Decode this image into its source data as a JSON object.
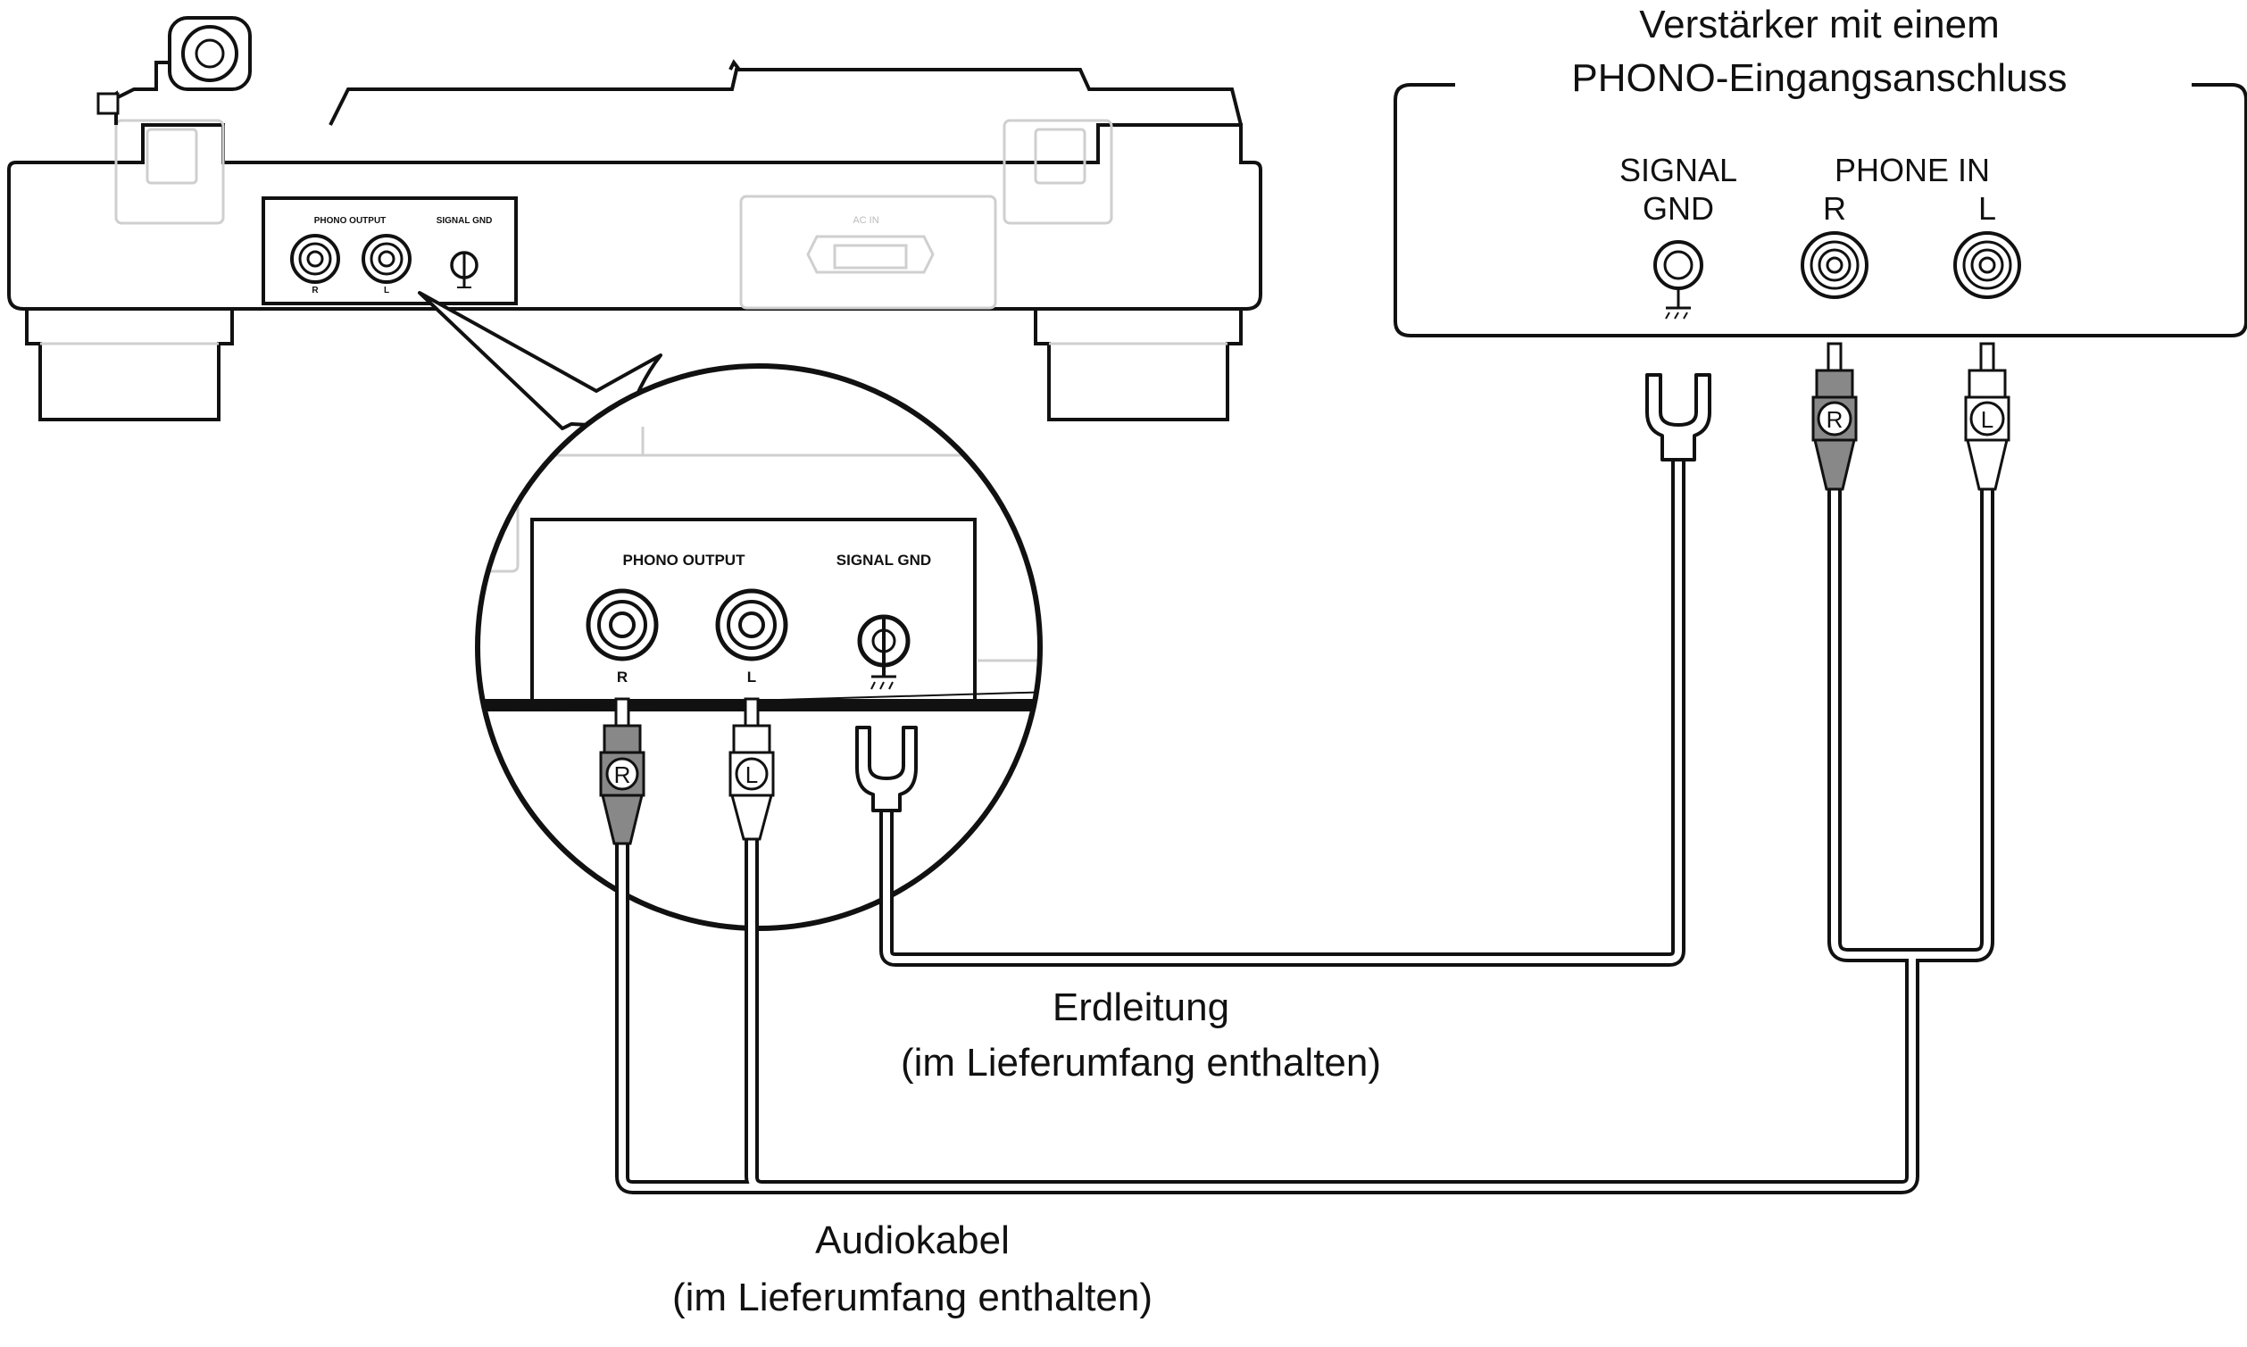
{
  "turntable": {
    "phono_output_label": "PHONO OUTPUT",
    "signal_gnd_label": "SIGNAL GND",
    "r_label": "R",
    "l_label": "L",
    "ac_in_label": "AC IN"
  },
  "zoom": {
    "phono_output_label": "PHONO OUTPUT",
    "signal_gnd_label": "SIGNAL GND",
    "r_label": "R",
    "l_label": "L"
  },
  "amplifier": {
    "title_line1": "Verstärker mit einem",
    "title_line2": "PHONO-Eingangsanschluss",
    "signal_gnd_line1": "SIGNAL",
    "signal_gnd_line2": "GND",
    "phone_in_label": "PHONE IN",
    "r_label": "R",
    "l_label": "L"
  },
  "plugs": {
    "r_mark": "R",
    "l_mark": "L"
  },
  "cables": {
    "ground_line1": "Erdleitung",
    "ground_line2": "(im Lieferumfang enthalten)",
    "audio_line1": "Audiokabel",
    "audio_line2": "(im Lieferumfang enthalten)"
  }
}
